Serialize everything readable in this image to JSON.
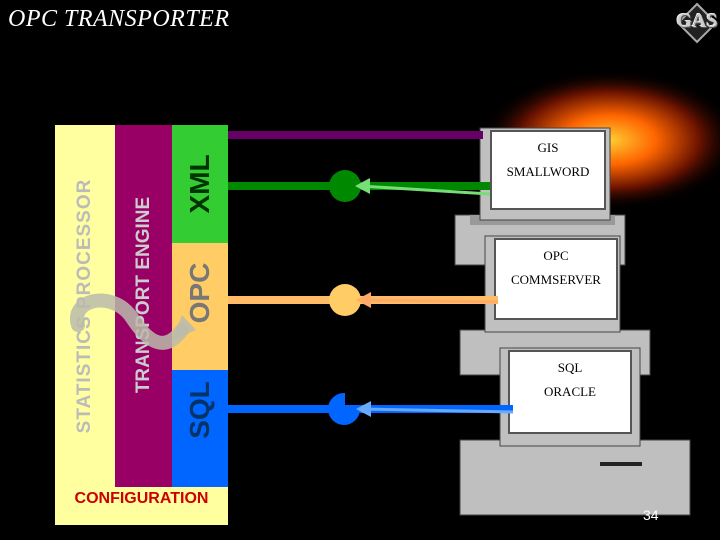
{
  "title": "OPC TRANSPORTER",
  "logo_text": "GAS",
  "stack": {
    "statistics_processor": "STATISTICS PROCESSOR",
    "transport_engine": "TRANSPORT ENGINE",
    "xml": "XML",
    "opc": "OPC",
    "sql": "SQL",
    "configuration": "CONFIGURATION"
  },
  "servers": {
    "gis": {
      "line1": "GIS",
      "line2": "SMALLWORD"
    },
    "opc": {
      "line1": "OPC",
      "line2": "COMMSERVER"
    },
    "sql": {
      "line1": "SQL",
      "line2": "ORACLE"
    }
  },
  "colors": {
    "xml_link": "#008800",
    "opc_link": "#ffbb66",
    "sql_link": "#0066ff",
    "top_link": "#660066",
    "config_text": "#cc0000"
  },
  "page_number": "34"
}
